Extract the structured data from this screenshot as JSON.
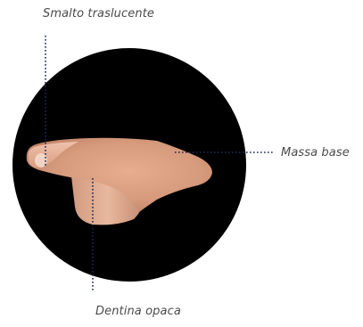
{
  "labels": {
    "smalto": "Smalto traslucente",
    "massa": "Massa base",
    "dentina": "Dentina opaca"
  },
  "colors": {
    "background": "#ffffff",
    "circle": "#000000",
    "leader": "#1a2a52",
    "text": "#4a4a4a"
  }
}
